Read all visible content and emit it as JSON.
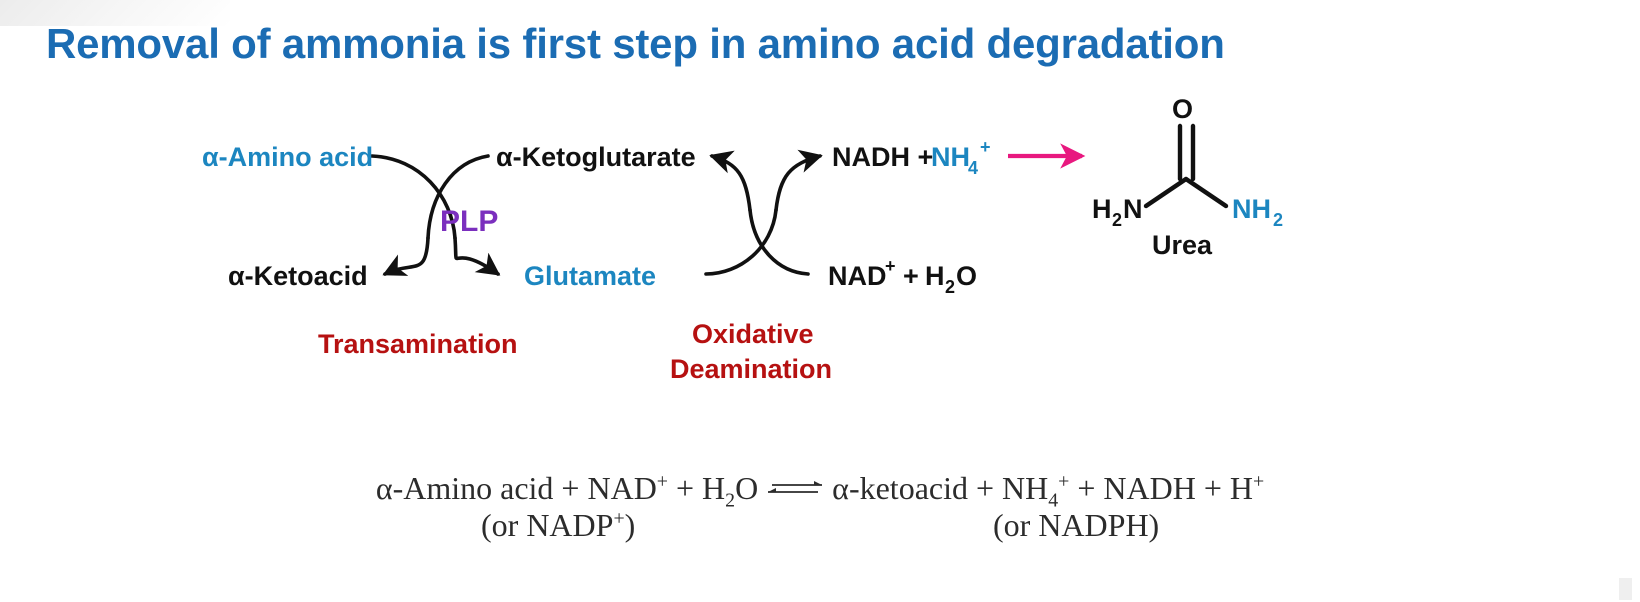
{
  "slide": {
    "title": "Removal of ammonia is first step in amino acid degradation"
  },
  "colors": {
    "title_blue": "#1b6cb3",
    "label_blue": "#1c86c0",
    "black": "#111111",
    "plp_purple": "#7b2fbe",
    "process_red": "#b61111",
    "urea_arrow_pink": "#e8187f",
    "background": "#ffffff"
  },
  "diagram": {
    "transamination": {
      "process_label": "Transamination",
      "cofactor_label": "PLP",
      "substrate_in": "α-Amino acid",
      "substrate_out": "α-Ketoacid",
      "cosubstrate_in": "α-Ketoglutarate",
      "cosubstrate_out": "Glutamate"
    },
    "oxidative_deamination": {
      "process_label_line1": "Oxidative",
      "process_label_line2": "Deamination",
      "products_text": "NADH +",
      "products_ammonium": "NH",
      "products_ammonium_sub": "4",
      "products_ammonium_sup": "+",
      "reactants_nad": "NAD",
      "reactants_nad_sup": "+",
      "reactants_plus": "+",
      "reactants_water": "H",
      "reactants_water_sub": "2",
      "reactants_water_end": "O"
    },
    "urea": {
      "name": "Urea",
      "carbonyl_oxygen": "O",
      "left_amine": "H",
      "left_amine_sub": "2",
      "left_amine_end": "N",
      "right_amine": "NH",
      "right_amine_sub": "2"
    }
  },
  "equation": {
    "line1_left": "α-Amino acid + NAD",
    "line1_left_sup": "+",
    "line1_left_mid": " + H",
    "line1_left_sub": "2",
    "line1_left_end": "O",
    "arrow_symbol": "equilibrium-double-arrow",
    "line1_right": "α-ketoacid + NH",
    "line1_right_sub": "4",
    "line1_right_sup": "+",
    "line1_right_mid": " + NADH + H",
    "line1_right_sup2": "+",
    "line2_left": "(or NADP",
    "line2_left_sup": "+",
    "line2_left_end": ")",
    "line2_right": "(or NADPH)"
  }
}
